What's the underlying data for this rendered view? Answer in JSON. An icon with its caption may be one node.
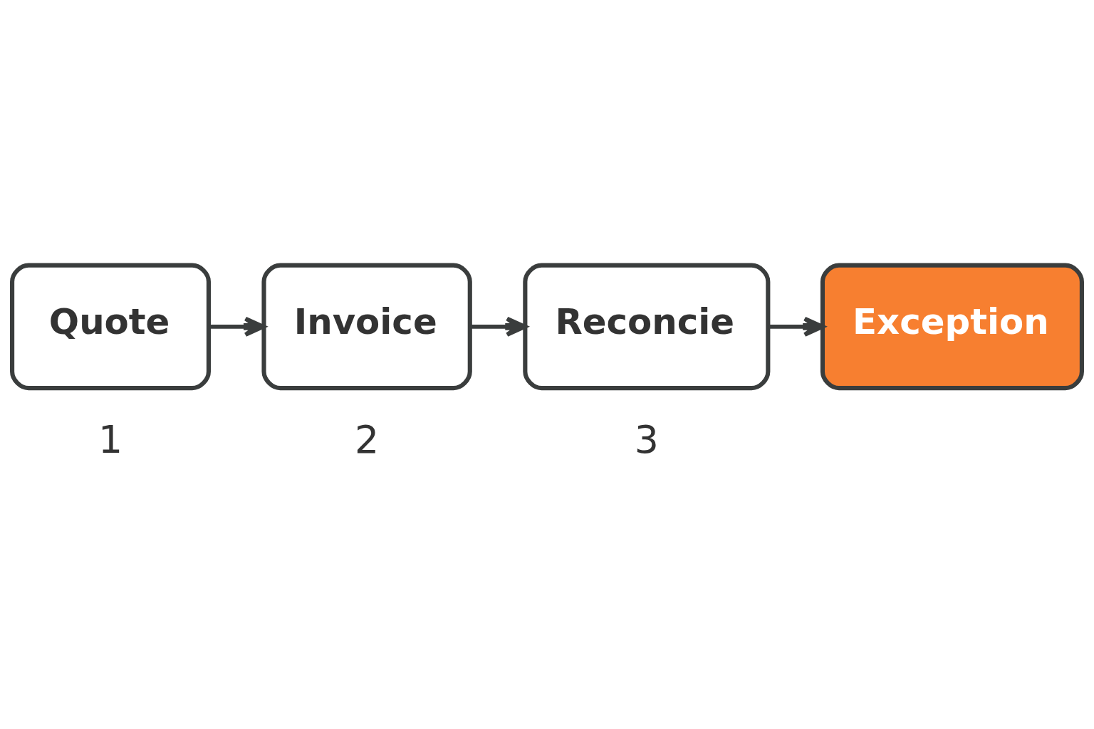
{
  "diagram": {
    "nodes": [
      {
        "text": [
          "Quote"
        ]
      },
      {
        "text": [
          "Invoice"
        ]
      },
      {
        "text": [
          "Reconcie"
        ]
      },
      {
        "text": [
          "Exception"
        ]
      }
    ],
    "edges": [
      {
        "from": 0,
        "to": 1,
        "arrow": "to"
      },
      {
        "from": 1,
        "to": 2,
        "arrow": "to"
      },
      {
        "from": 2,
        "to": 3,
        "arrow": "to"
      }
    ],
    "labels": [
      "1",
      "2",
      "3"
    ]
  }
}
